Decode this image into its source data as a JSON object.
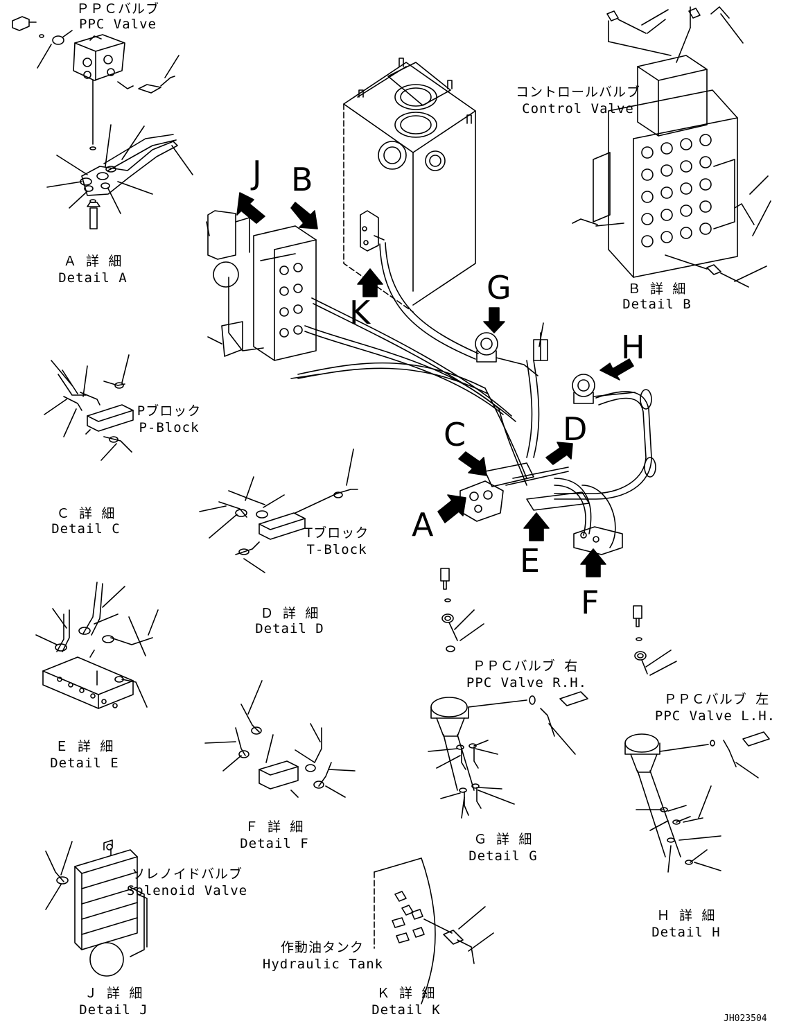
{
  "diagram": {
    "drawing_id": "JH023504",
    "letters": [
      "J",
      "B",
      "G",
      "H",
      "K",
      "C",
      "D",
      "A",
      "E",
      "F"
    ],
    "labels": {
      "ppc_valve": [
        "ＰＰＣバルブ",
        "PPC Valve"
      ],
      "control_valve": [
        "コントロールバルブ",
        "Control Valve"
      ],
      "p_block": [
        "Pブロック",
        "P-Block"
      ],
      "t_block": [
        "Tブロック",
        "T-Block"
      ],
      "ppc_valve_rh": [
        "ＰＰＣバルブ 右",
        "PPC Valve R.H."
      ],
      "ppc_valve_lh": [
        "ＰＰＣバルブ 左",
        "PPC Valve L.H."
      ],
      "solenoid_valve": [
        "ソレノイドバルブ",
        "Solenoid Valve"
      ],
      "hydraulic_tank": [
        "作動油タンク",
        "Hydraulic Tank"
      ],
      "detail_a": [
        "Ａ 詳 細",
        "Detail A"
      ],
      "detail_b": [
        "Ｂ 詳 細",
        "Detail B"
      ],
      "detail_c": [
        "Ｃ 詳 細",
        "Detail C"
      ],
      "detail_d": [
        "Ｄ 詳 細",
        "Detail D"
      ],
      "detail_e": [
        "Ｅ 詳 細",
        "Detail E"
      ],
      "detail_f": [
        "Ｆ 詳 細",
        "Detail F"
      ],
      "detail_g": [
        "Ｇ 詳 細",
        "Detail G"
      ],
      "detail_h": [
        "Ｈ 詳 細",
        "Detail H"
      ],
      "detail_j": [
        "Ｊ 詳 細",
        "Detail J"
      ],
      "detail_k": [
        "Ｋ 詳 細",
        "Detail K"
      ]
    }
  }
}
